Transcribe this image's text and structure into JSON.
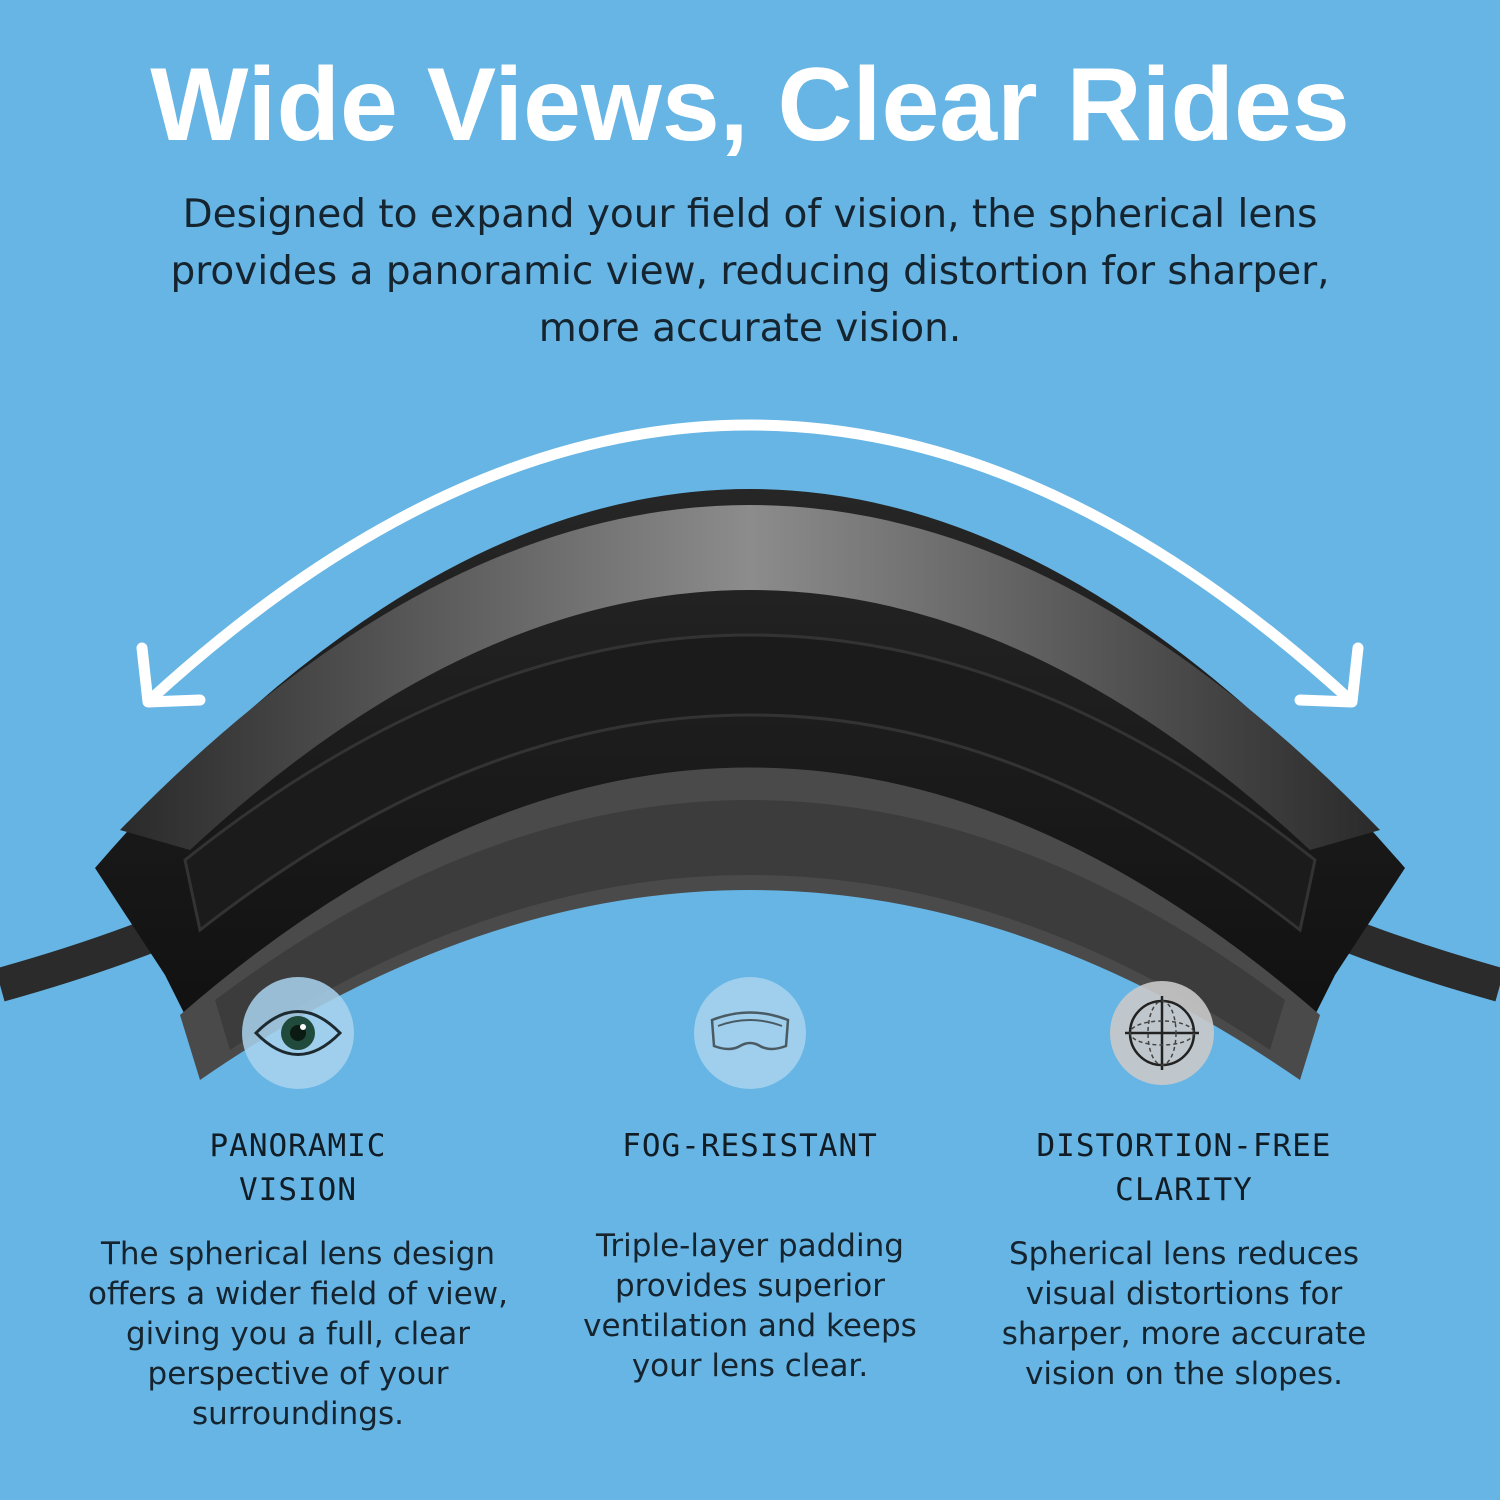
{
  "header": {
    "title": "Wide Views, Clear Rides",
    "subtitle": "Designed to expand your field of vision, the spherical lens provides a panoramic view, reducing distortion for sharper, more accurate vision."
  },
  "features": [
    {
      "icon": "eye-icon",
      "title": "PANORAMIC\nVISION",
      "description": "The spherical lens design\noffers a wider field of view,\ngiving you a full, clear\nperspective of your\nsurroundings."
    },
    {
      "icon": "goggles-icon",
      "title": "FOG-RESISTANT",
      "description": "Triple-layer padding\nprovides superior\nventilation and keeps\nyour lens clear."
    },
    {
      "icon": "globe-crosshair-icon",
      "title": "DISTORTION-FREE\nCLARITY",
      "description": "Spherical lens reduces\nvisual distortions for\nsharper, more accurate\nvision on the slopes."
    }
  ],
  "colors": {
    "background": "#66b5e5",
    "headline": "#ffffff",
    "body_text": "#15242e"
  }
}
